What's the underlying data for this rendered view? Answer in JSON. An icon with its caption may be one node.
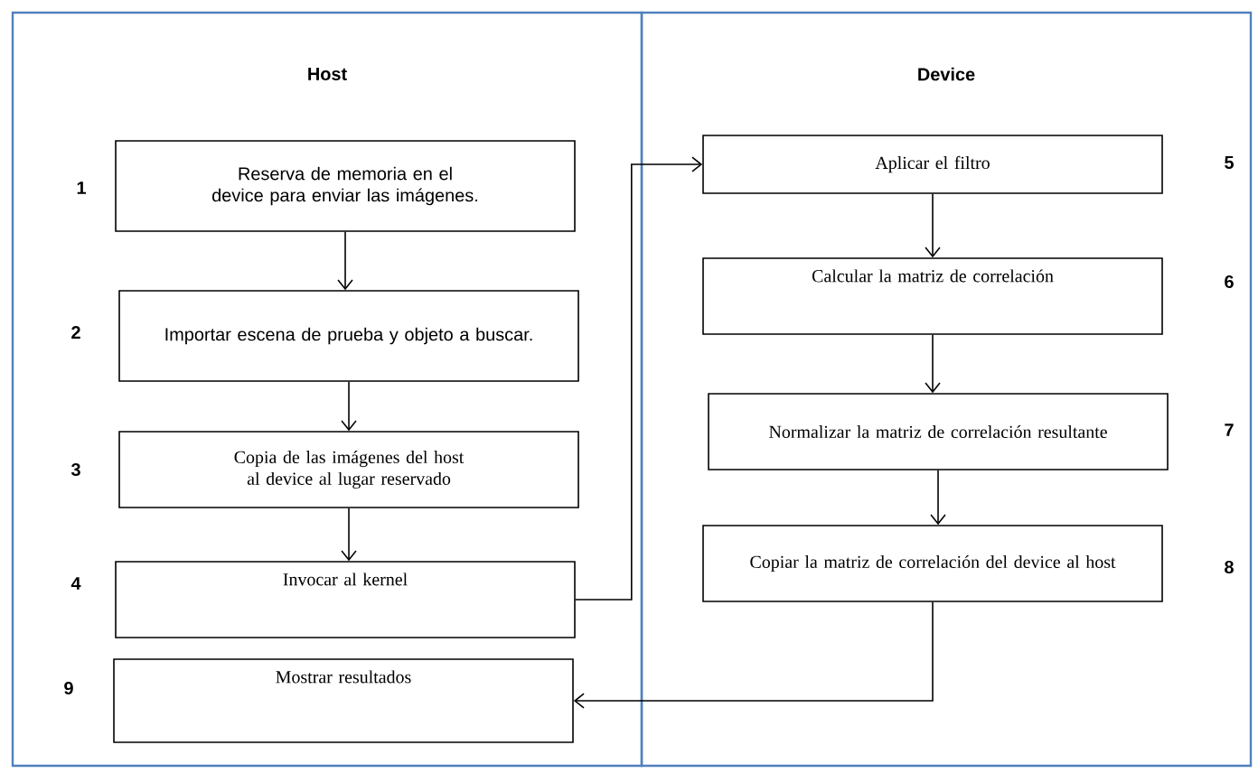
{
  "diagram": {
    "nodes": [
      {
        "text": [
          "Host"
        ]
      },
      {
        "text": [
          "Reserva de memoria en el device para enviar las imágenes."
        ],
        "in": 0,
        "beside": [
          "1"
        ]
      },
      {
        "text": [
          "Importar escena de prueba y objeto a buscar."
        ],
        "in": 0,
        "beside": [
          "2"
        ]
      },
      {
        "text": [
          "Copia de las imágenes del host al device al lugar reservado"
        ],
        "in": 0,
        "beside": [
          "3"
        ]
      },
      {
        "text": [
          "Invocar al kernel"
        ],
        "in": 0,
        "beside": [
          "4"
        ]
      },
      {
        "text": [
          "Mostrar resultados"
        ],
        "in": 0,
        "beside": [
          "9"
        ]
      },
      {
        "text": [
          "Device"
        ]
      },
      {
        "text": [
          "Aplicar el filtro"
        ],
        "in": 6,
        "beside": [
          "5"
        ]
      },
      {
        "text": [
          "Calcular la matriz de correlación"
        ],
        "in": 6,
        "beside": [
          "6"
        ]
      },
      {
        "text": [
          "Normalizar la matriz de correlación resultante"
        ],
        "in": 6,
        "beside": [
          "7"
        ]
      },
      {
        "text": [
          "Copiar la matriz de correlación del device al host"
        ],
        "in": 6,
        "beside": [
          "8"
        ]
      }
    ],
    "edges": [
      {
        "from": 1,
        "to": 2,
        "arrow": "to"
      },
      {
        "from": 2,
        "to": 3,
        "arrow": "to"
      },
      {
        "from": 3,
        "to": 4,
        "arrow": "to"
      },
      {
        "from": 4,
        "to": 7,
        "arrow": "to"
      },
      {
        "from": 7,
        "to": 8,
        "arrow": "to"
      },
      {
        "from": 8,
        "to": 9,
        "arrow": "to"
      },
      {
        "from": 9,
        "to": 10,
        "arrow": "to"
      },
      {
        "from": 10,
        "to": 5,
        "arrow": "to"
      }
    ]
  }
}
